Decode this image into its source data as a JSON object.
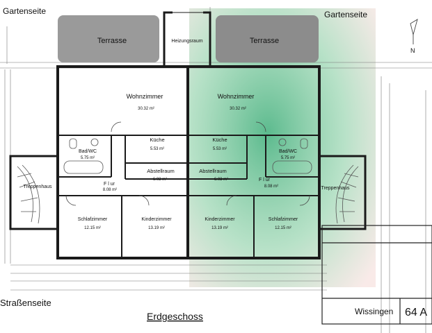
{
  "corners": {
    "top_left": "Gartenseite",
    "top_right": "Gartenseite",
    "bottom_left": "Straßenseite"
  },
  "plan_title": "Erdgeschoss",
  "title_block": {
    "location": "Wissingen",
    "number": "64 A"
  },
  "north_mark": "N",
  "colors": {
    "highlight": "#5fbf8c",
    "terrace": "#9a9a9a",
    "wall": "#1a1a1a"
  },
  "rooms": {
    "terrace_left": "Terrasse",
    "terrace_right": "Terrasse",
    "heating": "Heizungsraum",
    "living_left": {
      "name": "Wohnzimmer",
      "area": "30.32 m²"
    },
    "living_right": {
      "name": "Wohnzimmer",
      "area": "30.32 m²"
    },
    "kitchen_left": {
      "name": "Küche",
      "area": "5.53 m²"
    },
    "kitchen_right": {
      "name": "Küche",
      "area": "5.53 m²"
    },
    "bath_left": {
      "name": "Bad/WC",
      "area": "5.75 m²"
    },
    "bath_right": {
      "name": "Bad/WC",
      "area": "5.75 m²"
    },
    "storage_left": {
      "name": "Abstellraum",
      "area": "6.03 m²"
    },
    "storage_right": {
      "name": "Abstellraum",
      "area": "6.03 m²"
    },
    "hall_left": {
      "name": "F l ur",
      "area": "8.08 m²"
    },
    "hall_right": {
      "name": "F l ur",
      "area": "8.08 m²"
    },
    "stairs_left": "Treppenhaus",
    "stairs_right": "Treppenhaus",
    "bedroom_left": {
      "name": "Schlafzimmer",
      "area": "12.15 m²"
    },
    "bedroom_right": {
      "name": "Schlafzimmer",
      "area": "12.15 m²"
    },
    "kids_left": {
      "name": "Kinderzimmer",
      "area": "13.19 m²"
    },
    "kids_right": {
      "name": "Kinderzimmer",
      "area": "13.19 m²"
    }
  }
}
